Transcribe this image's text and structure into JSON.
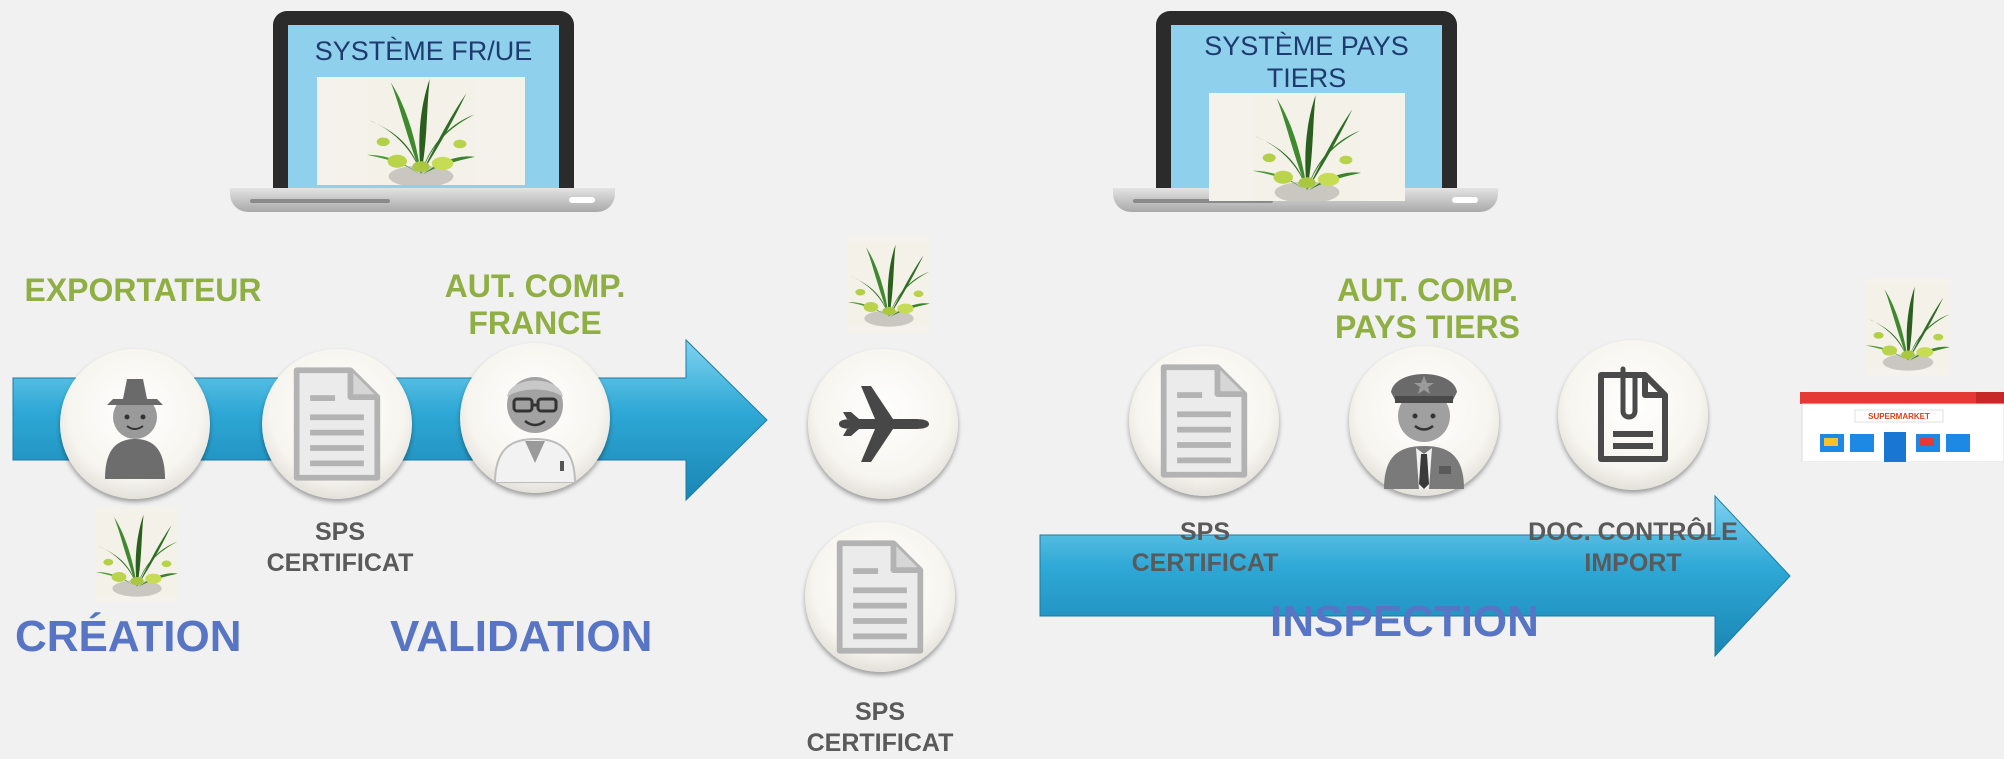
{
  "top": {
    "system_fr_ue": "SYSTÈME FR/UE",
    "system_pays_tiers_line1": "SYSTÈME PAYS",
    "system_pays_tiers_line2": "TIERS"
  },
  "actors": {
    "exportateur": "EXPORTATEUR",
    "aut_comp_france_line1": "AUT. COMP.",
    "aut_comp_france_line2": "FRANCE",
    "aut_comp_pays_tiers_line1": "AUT. COMP.",
    "aut_comp_pays_tiers_line2": "PAYS TIERS"
  },
  "labels": {
    "sps_line1": "SPS",
    "sps_line2": "CERTIFICAT",
    "doc_line1": "DOC. CONTRÔLE",
    "doc_line2": "IMPORT",
    "supermarket": "SUPERMARKET"
  },
  "stages": {
    "creation": "CRÉATION",
    "validation": "VALIDATION",
    "inspection": "INSPECTION"
  },
  "colors": {
    "arrow": "#29a3cf",
    "actor_text": "#8faf45",
    "stage_text": "#5775c4",
    "caption_text": "#5a5a5a"
  }
}
